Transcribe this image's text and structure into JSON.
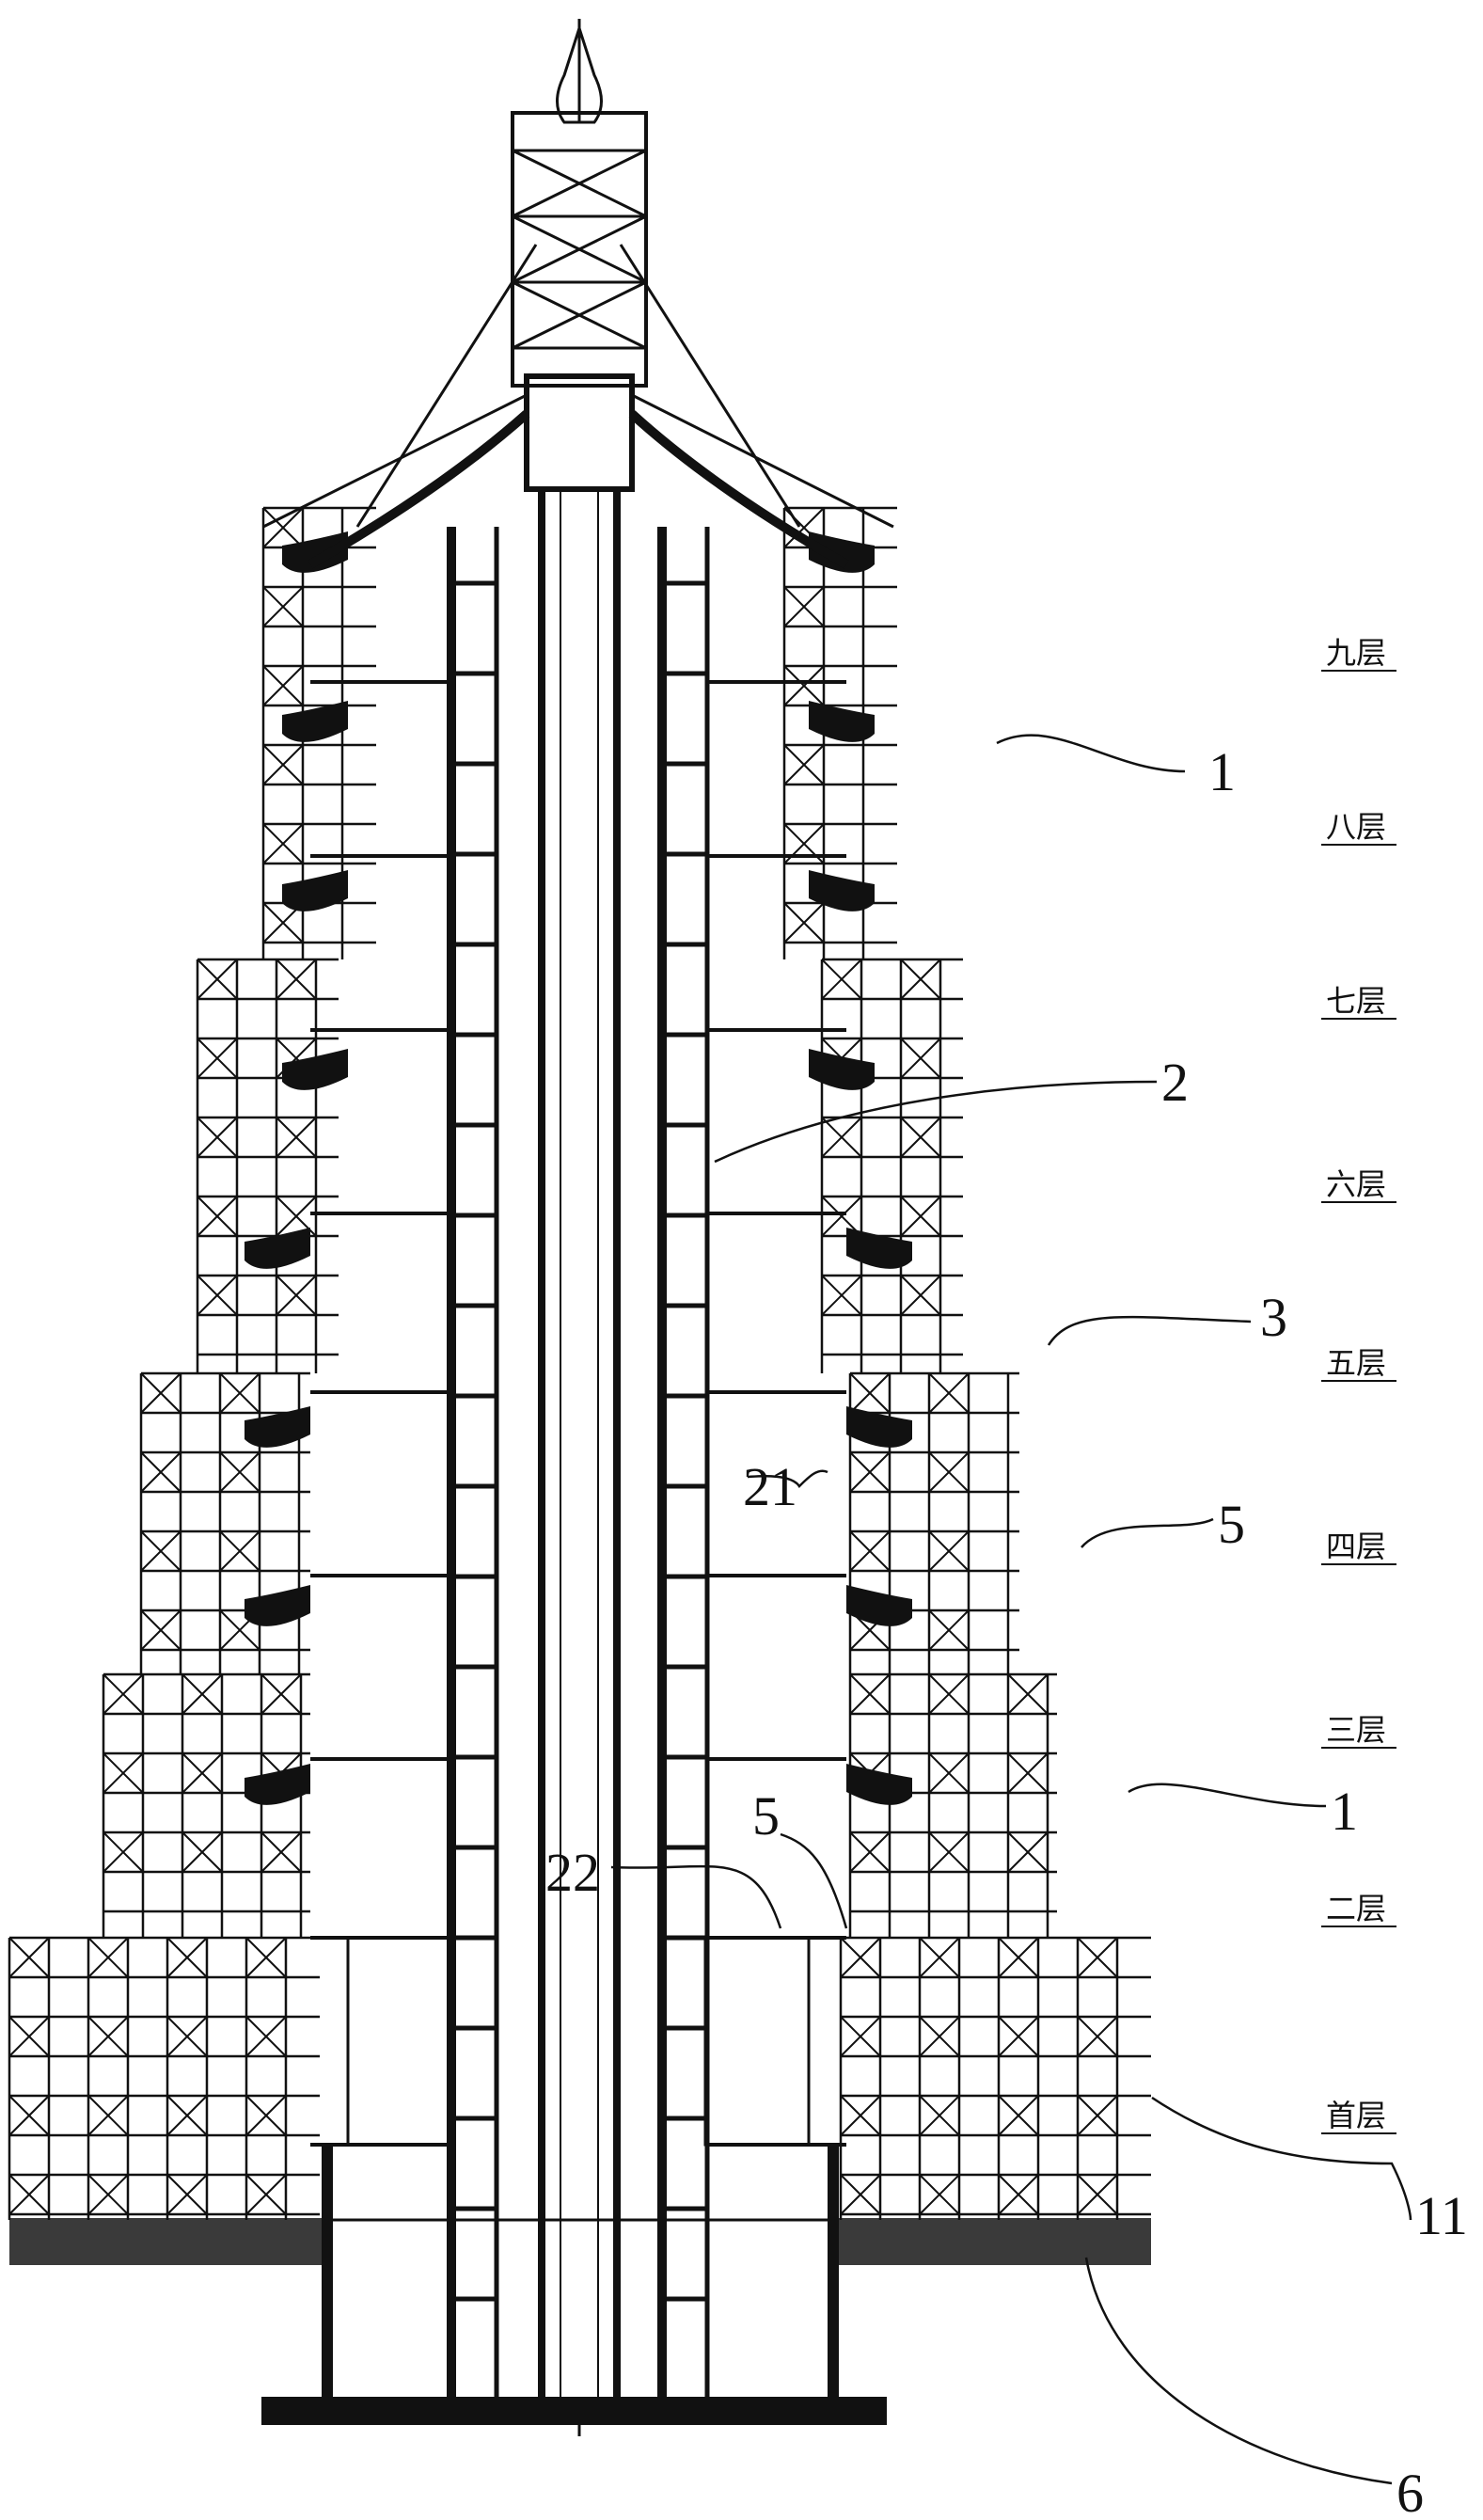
{
  "drawing": {
    "floor_labels": [
      "九层",
      "八层",
      "七层",
      "六层",
      "五层",
      "四层",
      "三层",
      "二层",
      "首层"
    ],
    "callouts": {
      "c1_top": "1",
      "c2": "2",
      "c3": "3",
      "c5_right": "5",
      "c21": "21",
      "c1_bottom": "1",
      "c5_inner": "5",
      "c22": "22",
      "c11": "11",
      "c6": "6"
    },
    "line_color": "#111111",
    "ground_fill": "#333333"
  }
}
